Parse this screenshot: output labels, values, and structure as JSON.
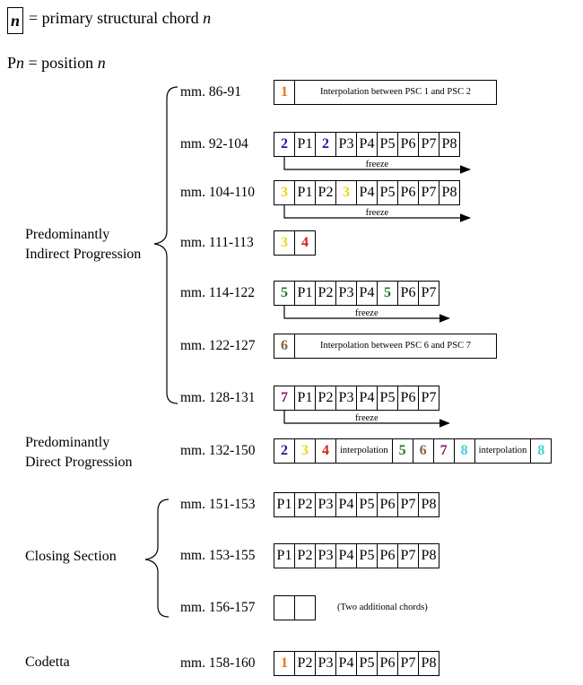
{
  "legend": {
    "box_symbol": "n",
    "box_text": "= primary structural chord ",
    "box_var": "n",
    "pos_prefix": "P",
    "pos_var": "n",
    "pos_text": " = position ",
    "pos_var2": "n"
  },
  "sections": {
    "indirect_line1": "Predominantly",
    "indirect_line2": "Indirect Progression",
    "direct_line1": "Predominantly",
    "direct_line2": "Direct Progression",
    "closing": "Closing Section",
    "codetta": "Codetta"
  },
  "rows": [
    {
      "mm": "mm. 86-91",
      "cells": [
        {
          "t": "1",
          "c": "#e07b1a"
        },
        {
          "t": "Interpolation between PSC 1 and PSC 2",
          "k": "txt"
        }
      ]
    },
    {
      "mm": "mm. 92-104",
      "cells": [
        {
          "t": "2",
          "c": "#1a1aa6"
        },
        {
          "t": "P1"
        },
        {
          "t": "2",
          "c": "#1a1aa6"
        },
        {
          "t": "P3"
        },
        {
          "t": "P4"
        },
        {
          "t": "P5"
        },
        {
          "t": "P6"
        },
        {
          "t": "P7"
        },
        {
          "t": "P8"
        }
      ],
      "arrow": "freeze"
    },
    {
      "mm": "mm. 104-110",
      "cells": [
        {
          "t": "3",
          "c": "#e6d81a"
        },
        {
          "t": "P1"
        },
        {
          "t": "P2"
        },
        {
          "t": "3",
          "c": "#e6d81a"
        },
        {
          "t": "P4"
        },
        {
          "t": "P5"
        },
        {
          "t": "P6"
        },
        {
          "t": "P7"
        },
        {
          "t": "P8"
        }
      ],
      "arrow": "freeze"
    },
    {
      "mm": "mm. 111-113",
      "cells": [
        {
          "t": "3",
          "c": "#e6d81a"
        },
        {
          "t": "4",
          "c": "#d6201a"
        }
      ]
    },
    {
      "mm": "mm. 114-122",
      "cells": [
        {
          "t": "5",
          "c": "#1f7a1f"
        },
        {
          "t": "P1"
        },
        {
          "t": "P2"
        },
        {
          "t": "P3"
        },
        {
          "t": "P4"
        },
        {
          "t": "5",
          "c": "#1f7a1f"
        },
        {
          "t": "P6"
        },
        {
          "t": "P7"
        }
      ],
      "arrow": "freeze"
    },
    {
      "mm": "mm. 122-127",
      "cells": [
        {
          "t": "6",
          "c": "#8a6240"
        },
        {
          "t": "Interpolation between PSC 6 and PSC 7",
          "k": "txt"
        }
      ]
    },
    {
      "mm": "mm. 128-131",
      "cells": [
        {
          "t": "7",
          "c": "#8a1a6e"
        },
        {
          "t": "P1"
        },
        {
          "t": "P2"
        },
        {
          "t": "P3"
        },
        {
          "t": "P4"
        },
        {
          "t": "P5"
        },
        {
          "t": "P6"
        },
        {
          "t": "P7"
        }
      ],
      "arrow": "freeze"
    },
    {
      "mm": "mm. 132-150",
      "cells": [
        {
          "t": "2",
          "c": "#1a1aa6"
        },
        {
          "t": "3",
          "c": "#e6d81a"
        },
        {
          "t": "4",
          "c": "#d6201a"
        },
        {
          "t": "interpolation",
          "k": "txt"
        },
        {
          "t": "5",
          "c": "#1f7a1f"
        },
        {
          "t": "6",
          "c": "#8a6240"
        },
        {
          "t": "7",
          "c": "#8a1a6e"
        },
        {
          "t": "8",
          "c": "#3fd0d8"
        },
        {
          "t": "interpolation",
          "k": "txt"
        },
        {
          "t": "8",
          "c": "#3fd0d8"
        }
      ]
    },
    {
      "mm": "mm. 151-153",
      "cells": [
        {
          "t": "P1"
        },
        {
          "t": "P2"
        },
        {
          "t": "P3"
        },
        {
          "t": "P4"
        },
        {
          "t": "P5"
        },
        {
          "t": "P6"
        },
        {
          "t": "P7"
        },
        {
          "t": "P8"
        }
      ]
    },
    {
      "mm": "mm. 153-155",
      "cells": [
        {
          "t": "P1"
        },
        {
          "t": "P2"
        },
        {
          "t": "P3"
        },
        {
          "t": "P4"
        },
        {
          "t": "P5"
        },
        {
          "t": "P6"
        },
        {
          "t": "P7"
        },
        {
          "t": "P8"
        }
      ]
    },
    {
      "mm": "mm. 156-157",
      "cells": [
        {
          "t": ""
        },
        {
          "t": ""
        }
      ],
      "note": "(Two additional chords)"
    },
    {
      "mm": "mm. 158-160",
      "cells": [
        {
          "t": "1",
          "c": "#e07b1a"
        },
        {
          "t": "P2"
        },
        {
          "t": "P3"
        },
        {
          "t": "P4"
        },
        {
          "t": "P5"
        },
        {
          "t": "P6"
        },
        {
          "t": "P7"
        },
        {
          "t": "P8"
        }
      ]
    }
  ]
}
